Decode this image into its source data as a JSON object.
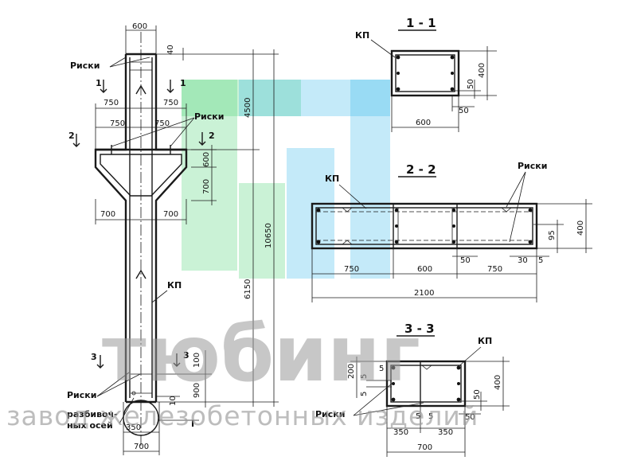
{
  "dimensions": {
    "top_width": "600",
    "top_offset": "40",
    "half_750": "750",
    "half_700": "700",
    "height_upper": "4500",
    "height_total": "10650",
    "height_lower": "6150",
    "bracket_600": "600",
    "bracket_700": "700",
    "base_100": "100",
    "base_900": "900",
    "base_10": "10",
    "base_350": "350",
    "base_width": "700",
    "s11_width": "600",
    "s11_height": "400",
    "s11_50a": "50",
    "s11_50b": "50",
    "s22_750a": "750",
    "s22_600": "600",
    "s22_750b": "750",
    "s22_total": "2100",
    "s22_95": "95",
    "s22_400": "400",
    "s22_50": "50",
    "s22_30": "30",
    "s22_5": "5",
    "s33_200": "200",
    "s33_5a": "5",
    "s33_5b": "5",
    "s33_5c": "5",
    "s33_5d": "5",
    "s33_5e": "5",
    "s33_400": "400",
    "s33_50a": "50",
    "s33_50b": "50",
    "s33_350a": "350",
    "s33_350b": "350",
    "s33_700": "700"
  },
  "labels": {
    "riski": "Риски",
    "kp": "КП",
    "axes_line1": "разбивоч-",
    "axes_line2": "ных осей",
    "t_mark": "I",
    "cut_1": "1",
    "cut_2": "2",
    "cut_3": "3"
  },
  "sections": {
    "s11": "1 - 1",
    "s22": "2 - 2",
    "s33": "3 - 3"
  },
  "watermark": {
    "brand": "тюбинг",
    "tagline": "завод железобетонных изделий"
  },
  "colors": {
    "ink": "#1a1a1a",
    "logo_green": "#3fd06a",
    "logo_blue": "#2ab4ea",
    "watermark_gray": "#9a9a9a"
  }
}
